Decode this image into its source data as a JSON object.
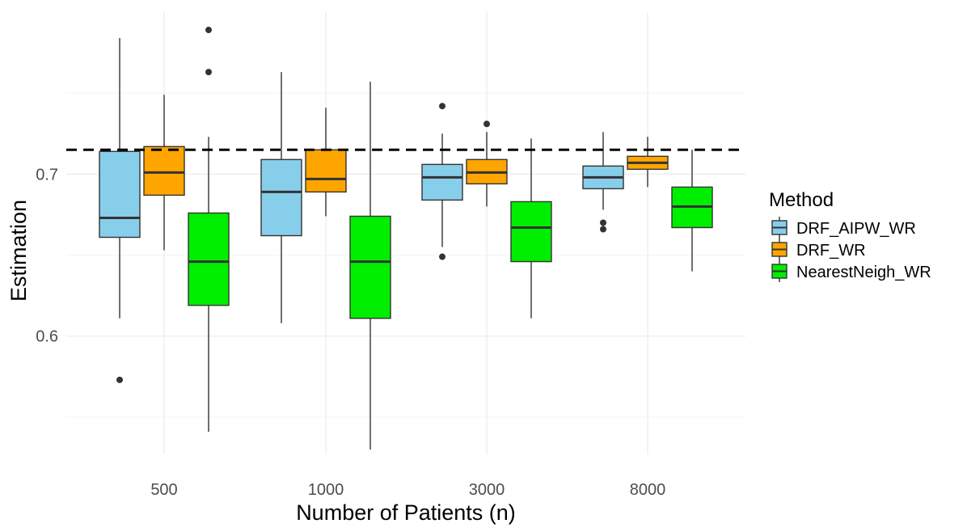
{
  "chart_data": {
    "type": "box",
    "xlabel": "Number of Patients (n)",
    "ylabel": "Estimation",
    "categories": [
      "500",
      "1000",
      "3000",
      "8000"
    ],
    "ylim": [
      0.527,
      0.8
    ],
    "yticks": [
      0.6,
      0.7
    ],
    "ytick_labels": [
      "0.6",
      "0.7"
    ],
    "reference_line": 0.715,
    "grid": true,
    "legend": {
      "title": "Method",
      "position": "right",
      "entries": [
        "DRF_AIPW_WR",
        "DRF_WR",
        "NearestNeigh_WR"
      ]
    },
    "series": [
      {
        "name": "DRF_AIPW_WR",
        "color": "#87CEEB",
        "boxes": [
          {
            "min": 0.611,
            "q1": 0.661,
            "median": 0.673,
            "q3": 0.714,
            "max": 0.784,
            "outliers": [
              0.573
            ]
          },
          {
            "min": 0.608,
            "q1": 0.662,
            "median": 0.689,
            "q3": 0.709,
            "max": 0.763,
            "outliers": []
          },
          {
            "min": 0.655,
            "q1": 0.684,
            "median": 0.698,
            "q3": 0.706,
            "max": 0.725,
            "outliers": [
              0.742,
              0.649
            ]
          },
          {
            "min": 0.678,
            "q1": 0.691,
            "median": 0.698,
            "q3": 0.705,
            "max": 0.726,
            "outliers": [
              0.67,
              0.666
            ]
          }
        ]
      },
      {
        "name": "DRF_WR",
        "color": "#FFA500",
        "boxes": [
          {
            "min": 0.653,
            "q1": 0.687,
            "median": 0.701,
            "q3": 0.717,
            "max": 0.749,
            "outliers": []
          },
          {
            "min": 0.674,
            "q1": 0.689,
            "median": 0.697,
            "q3": 0.715,
            "max": 0.741,
            "outliers": []
          },
          {
            "min": 0.68,
            "q1": 0.694,
            "median": 0.701,
            "q3": 0.709,
            "max": 0.726,
            "outliers": [
              0.731
            ]
          },
          {
            "min": 0.692,
            "q1": 0.703,
            "median": 0.707,
            "q3": 0.711,
            "max": 0.723,
            "outliers": []
          }
        ]
      },
      {
        "name": "NearestNeigh_WR",
        "color": "#00EE00",
        "boxes": [
          {
            "min": 0.541,
            "q1": 0.619,
            "median": 0.646,
            "q3": 0.676,
            "max": 0.723,
            "outliers": [
              0.789,
              0.763
            ]
          },
          {
            "min": 0.53,
            "q1": 0.611,
            "median": 0.646,
            "q3": 0.674,
            "max": 0.757,
            "outliers": []
          },
          {
            "min": 0.611,
            "q1": 0.646,
            "median": 0.667,
            "q3": 0.683,
            "max": 0.722,
            "outliers": []
          },
          {
            "min": 0.64,
            "q1": 0.667,
            "median": 0.68,
            "q3": 0.692,
            "max": 0.715,
            "outliers": []
          }
        ]
      }
    ]
  }
}
